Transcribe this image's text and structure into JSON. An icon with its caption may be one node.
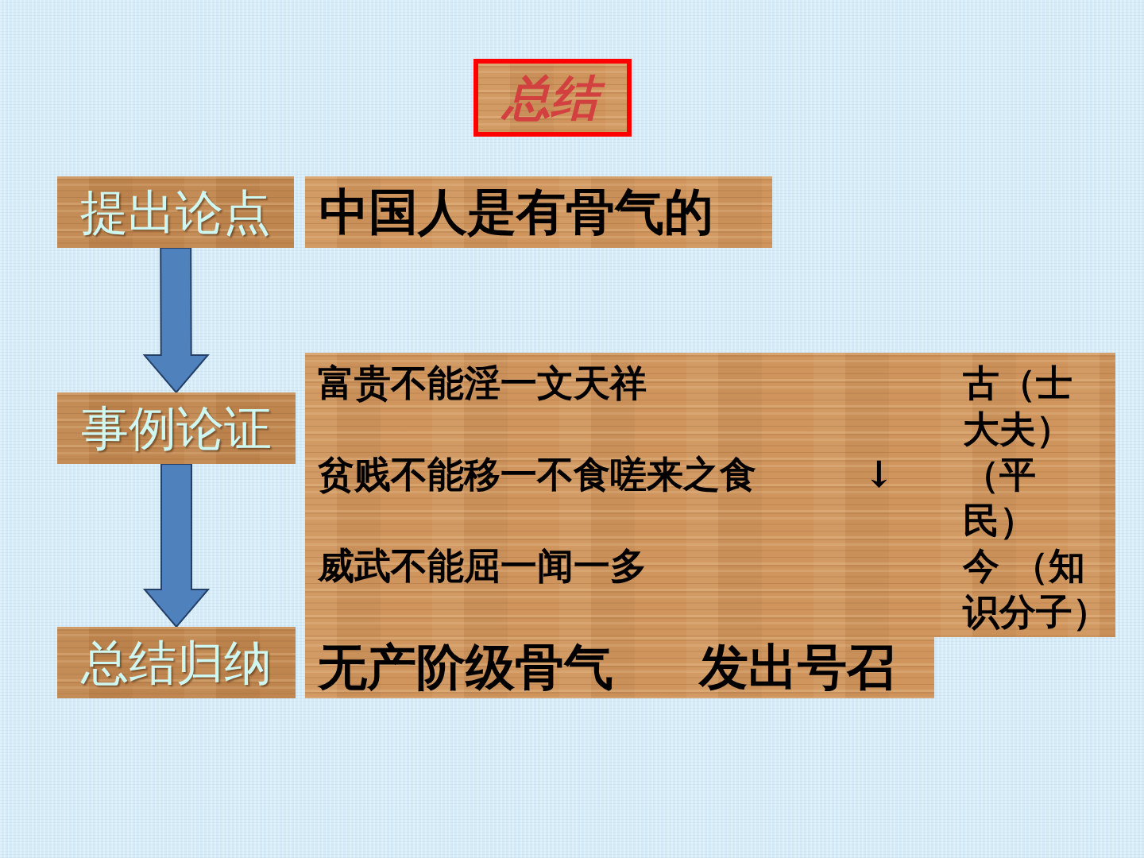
{
  "diagram": {
    "title": "总结",
    "nodes": [
      {
        "text": [
          "提出论点"
        ]
      },
      {
        "text": [
          "中国人是有骨气的"
        ]
      },
      {
        "text": [
          "事例论证"
        ]
      },
      {
        "text": [
          "富贵不能淫一文天祥",
          "古（士大夫）",
          "贫贱不能移一不食嗟来之食",
          "↓",
          "（平民）",
          "威武不能屈一闻一多",
          "今 （知识分子）"
        ]
      },
      {
        "text": [
          "总结归纳"
        ]
      },
      {
        "text": [
          "无产阶级骨气",
          "发出号召"
        ]
      }
    ],
    "edges": [
      {
        "from": 0,
        "to": 2,
        "arrow": "to"
      },
      {
        "from": 2,
        "to": 4,
        "arrow": "to"
      }
    ]
  }
}
